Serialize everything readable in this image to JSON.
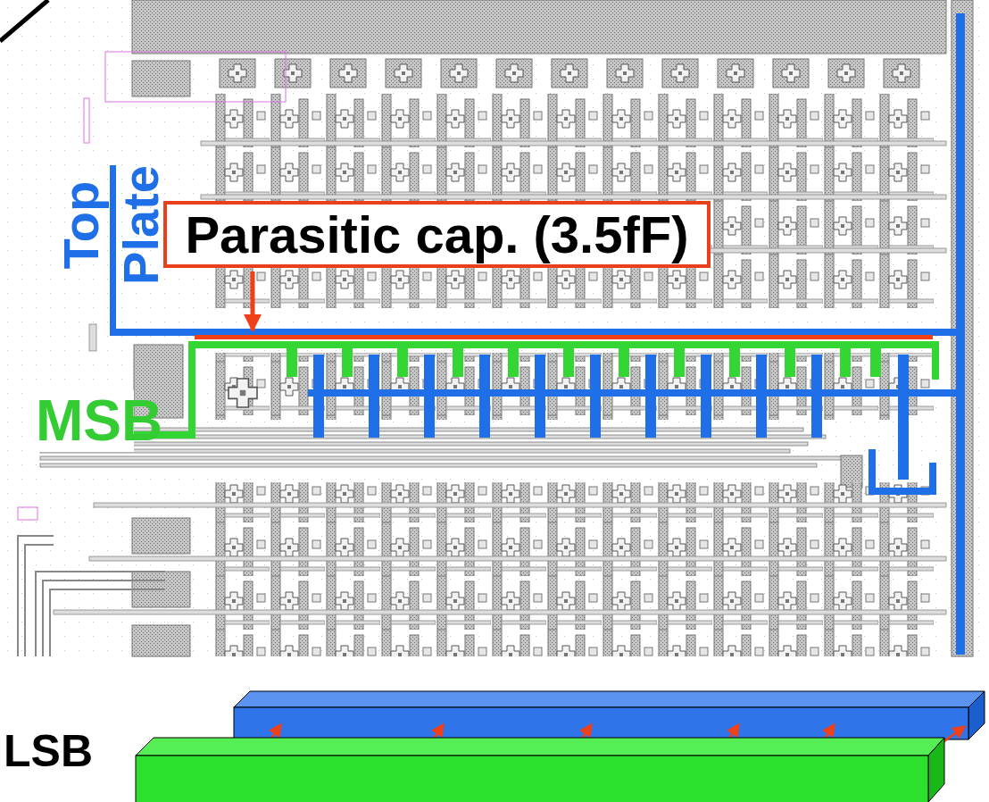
{
  "diagram": {
    "nodes": [
      {
        "text": [
          "Parasitic cap. (3.5fF)"
        ]
      }
    ],
    "labels": [
      "Top Plate",
      "MSB",
      "LSB"
    ]
  }
}
